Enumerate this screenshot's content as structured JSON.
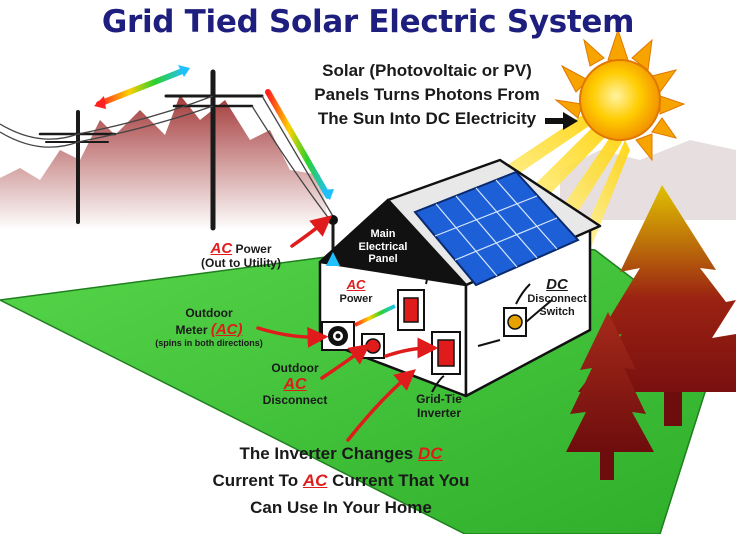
{
  "title": "Grid Tied Solar Electric System",
  "labels": {
    "sun_line1": "Solar (Photovoltaic or PV)",
    "sun_line2": "Panels Turns Photons From",
    "sun_line3": "The Sun Into DC Electricity",
    "ac_power_out_ac": "AC",
    "ac_power_out_word": "Power",
    "ac_power_out_sub": "(Out to Utility)",
    "main_panel_line1": "Main",
    "main_panel_line2": "Electrical",
    "main_panel_line3": "Panel",
    "ac_power_in_ac": "AC",
    "ac_power_in_word": "Power",
    "dc_disconnect_dc": "DC",
    "dc_disconnect_line1": "Disconnect",
    "dc_disconnect_line2": "Switch",
    "meter_line1": "Outdoor",
    "meter_line2_word": "Meter",
    "meter_line2_ac": "(AC)",
    "meter_sub": "(spins in both directions)",
    "ac_disconnect_line1": "Outdoor",
    "ac_disconnect_ac": "AC",
    "ac_disconnect_line3": "Disconnect",
    "inverter_line1": "Grid-Tie",
    "inverter_line2": "Inverter",
    "bottom_line1_a": "The Inverter Changes ",
    "bottom_line1_dc": "DC",
    "bottom_line2_a": "Current To ",
    "bottom_line2_ac": "AC",
    "bottom_line2_b": " Current That You",
    "bottom_line3": "Can Use In Your Home"
  },
  "colors": {
    "title": "#1e1e7e",
    "emphasis_red": "#e01b1b",
    "grass": "#3ec234",
    "panel_blue": "#1c5fd6",
    "tree_dark": "#8a1414",
    "tree_light": "#d8b000",
    "sun_orange": "#f59a00"
  }
}
